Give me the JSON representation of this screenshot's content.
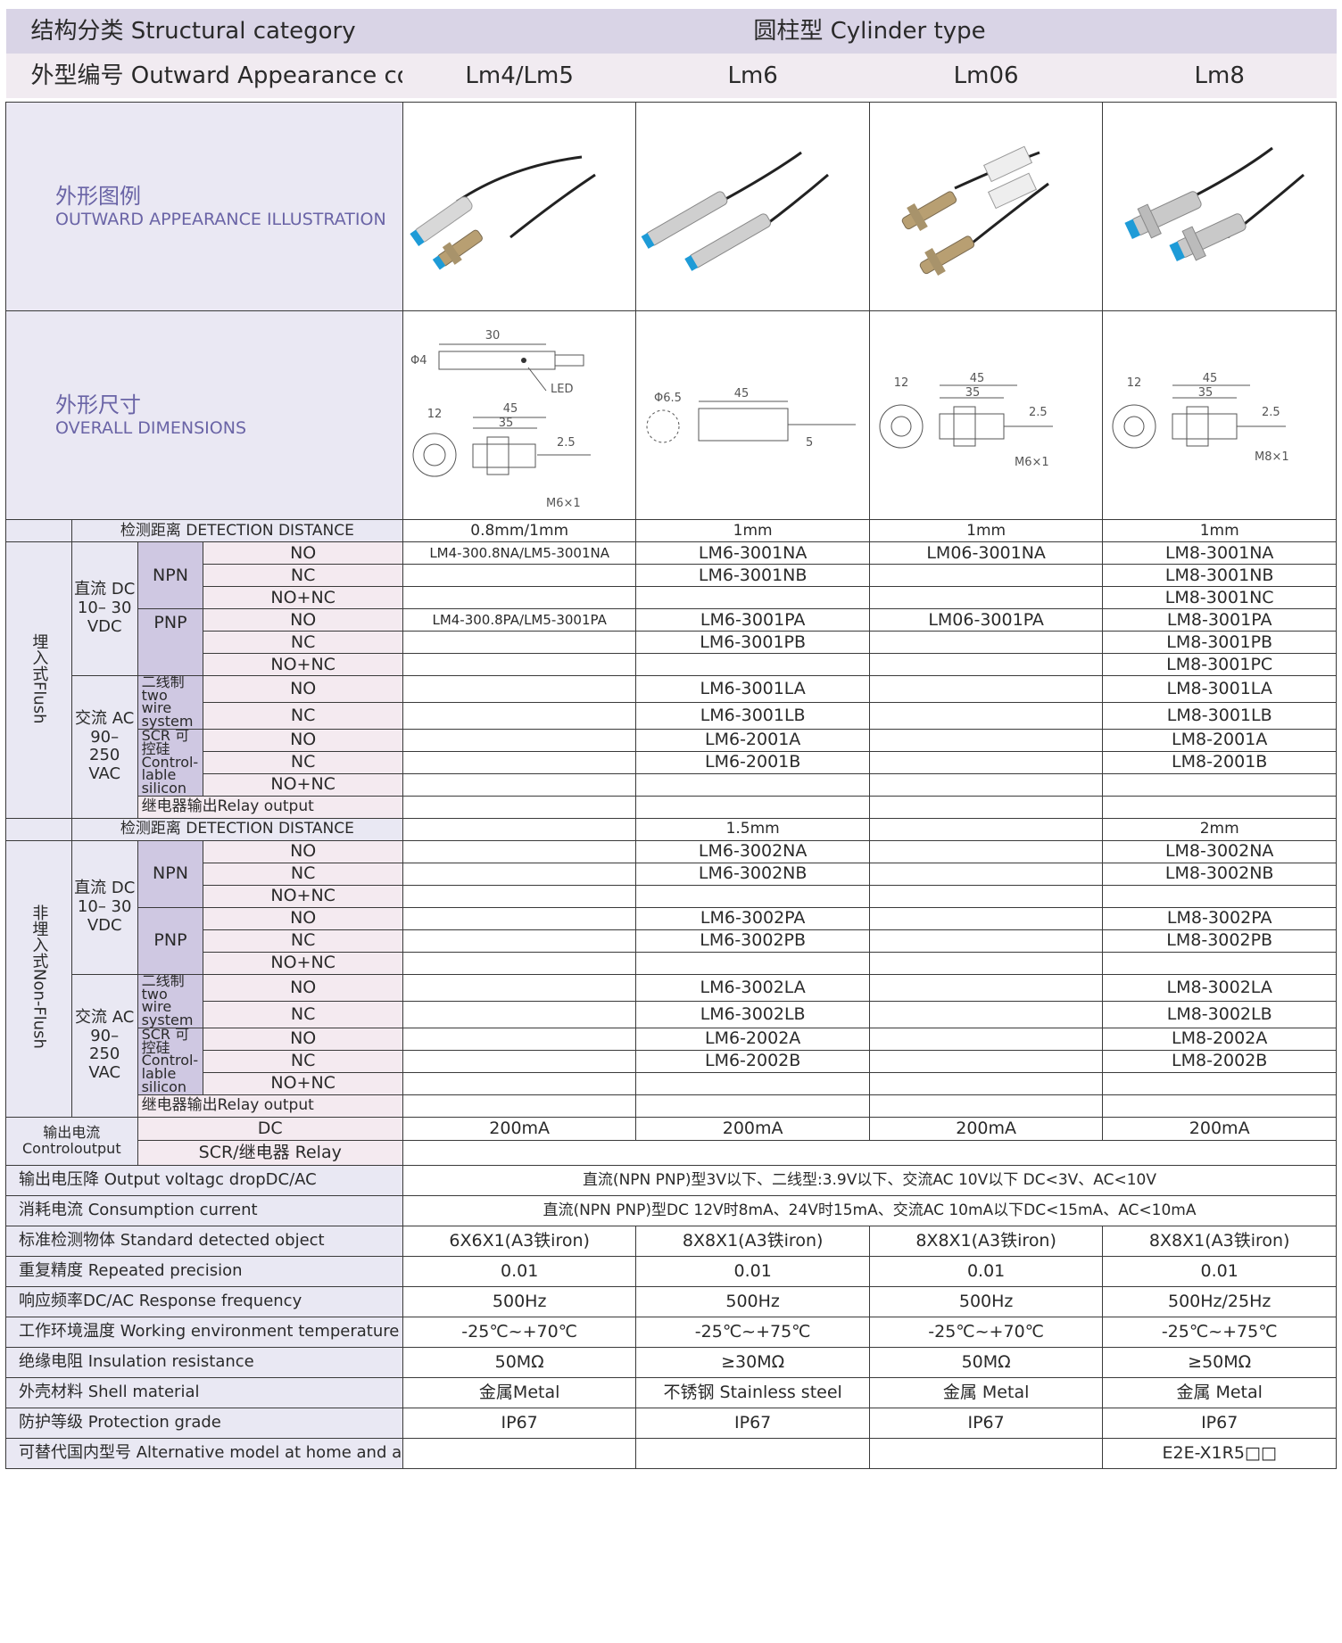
{
  "header": {
    "structural_category": "结构分类 Structural category",
    "cylinder_type": "圆柱型 Cylinder type",
    "appearance_code_label": "外型编号 Outward Appearance code",
    "codes": [
      "Lm4/Lm5",
      "Lm6",
      "Lm06",
      "Lm8"
    ]
  },
  "illustration": {
    "cn": "外形图例",
    "en": "OUTWARD APPEARANCE ILLUSTRATION"
  },
  "dimensions": {
    "cn": "外形尺寸",
    "en": "OVERALL DIMENSIONS",
    "lm4": {
      "length": "30",
      "dia": "Φ4",
      "led": "LED",
      "w12": "12",
      "w45": "45",
      "w35": "35",
      "d25": "2.5",
      "thread": "M6×1"
    },
    "lm6": {
      "dia": "Φ6.5",
      "length": "45",
      "d5": "5"
    },
    "lm06": {
      "w12": "12",
      "w45": "45",
      "w35": "35",
      "d25": "2.5",
      "thread": "M6×1"
    },
    "lm8": {
      "w12": "12",
      "w45": "45",
      "w35": "35",
      "d25": "2.5",
      "thread": "M8×1"
    }
  },
  "flush": {
    "section": "埋入式Flush",
    "detection_label": "检测距离 DETECTION DISTANCE",
    "distances": [
      "0.8mm/1mm",
      "1mm",
      "1mm",
      "1mm"
    ],
    "dc_label": "直流 DC 10– 30 VDC",
    "ac_label": "交流 AC 90– 250 VAC",
    "npn": "NPN",
    "pnp": "PNP",
    "two_wire": "二线制 two wire system",
    "scr": "SCR 可控硅 Control- lable silicon",
    "relay": "继电器输出Relay output",
    "rows": [
      {
        "type": "NO",
        "cells": [
          "LM4-300.8NA/LM5-3001NA",
          "LM6-3001NA",
          "LM06-3001NA",
          "LM8-3001NA"
        ]
      },
      {
        "type": "NC",
        "cells": [
          "",
          "LM6-3001NB",
          "",
          "LM8-3001NB"
        ]
      },
      {
        "type": "NO+NC",
        "cells": [
          "",
          "",
          "",
          "LM8-3001NC"
        ]
      },
      {
        "type": "NO",
        "cells": [
          "LM4-300.8PA/LM5-3001PA",
          "LM6-3001PA",
          "LM06-3001PA",
          "LM8-3001PA"
        ]
      },
      {
        "type": "NC",
        "cells": [
          "",
          "LM6-3001PB",
          "",
          "LM8-3001PB"
        ]
      },
      {
        "type": "NO+NC",
        "cells": [
          "",
          "",
          "",
          "LM8-3001PC"
        ]
      },
      {
        "type": "NO",
        "cells": [
          "",
          "LM6-3001LA",
          "",
          "LM8-3001LA"
        ]
      },
      {
        "type": "NC",
        "cells": [
          "",
          "LM6-3001LB",
          "",
          "LM8-3001LB"
        ]
      },
      {
        "type": "NO",
        "cells": [
          "",
          "LM6-2001A",
          "",
          "LM8-2001A"
        ]
      },
      {
        "type": "NC",
        "cells": [
          "",
          "LM6-2001B",
          "",
          "LM8-2001B"
        ]
      },
      {
        "type": "NO+NC",
        "cells": [
          "",
          "",
          "",
          ""
        ]
      }
    ]
  },
  "nonflush": {
    "section": "非埋入式Non-Flush",
    "detection_label": "检测距离 DETECTION DISTANCE",
    "distances": [
      "",
      "1.5mm",
      "",
      "2mm"
    ],
    "rows": [
      {
        "type": "NO",
        "cells": [
          "",
          "LM6-3002NA",
          "",
          "LM8-3002NA"
        ]
      },
      {
        "type": "NC",
        "cells": [
          "",
          "LM6-3002NB",
          "",
          "LM8-3002NB"
        ]
      },
      {
        "type": "NO+NC",
        "cells": [
          "",
          "",
          "",
          ""
        ]
      },
      {
        "type": "NO",
        "cells": [
          "",
          "LM6-3002PA",
          "",
          "LM8-3002PA"
        ]
      },
      {
        "type": "NC",
        "cells": [
          "",
          "LM6-3002PB",
          "",
          "LM8-3002PB"
        ]
      },
      {
        "type": "NO+NC",
        "cells": [
          "",
          "",
          "",
          ""
        ]
      },
      {
        "type": "NO",
        "cells": [
          "",
          "LM6-3002LA",
          "",
          "LM8-3002LA"
        ]
      },
      {
        "type": "NC",
        "cells": [
          "",
          "LM6-3002LB",
          "",
          "LM8-3002LB"
        ]
      },
      {
        "type": "NO",
        "cells": [
          "",
          "LM6-2002A",
          "",
          "LM8-2002A"
        ]
      },
      {
        "type": "NC",
        "cells": [
          "",
          "LM6-2002B",
          "",
          "LM8-2002B"
        ]
      },
      {
        "type": "NO+NC",
        "cells": [
          "",
          "",
          "",
          ""
        ]
      }
    ]
  },
  "output": {
    "label_cn": "输出电流",
    "label_en": "Controloutput",
    "dc": "DC",
    "dc_values": [
      "200mA",
      "200mA",
      "200mA",
      "200mA"
    ],
    "scr": "SCR/继电器 Relay"
  },
  "specs": [
    {
      "label": "输出电压降 Output voltagc dropDC/AC",
      "merged": "直流(NPN PNP)型3V以下、二线型:3.9V以下、交流AC 10V以下 DC<3V、AC<10V"
    },
    {
      "label": "消耗电流 Consumption current",
      "merged": "直流(NPN PNP)型DC 12V时8mA、24V时15mA、交流AC 10mA以下DC<15mA、AC<10mA"
    },
    {
      "label": "标准检测物体 Standard detected object",
      "cells": [
        "6X6X1(A3铁iron)",
        "8X8X1(A3铁iron)",
        "8X8X1(A3铁iron)",
        "8X8X1(A3铁iron)"
      ]
    },
    {
      "label": "重复精度 Repeated precision",
      "cells": [
        "0.01",
        "0.01",
        "0.01",
        "0.01"
      ]
    },
    {
      "label": "响应频率DC/AC Response frequency",
      "cells": [
        "500Hz",
        "500Hz",
        "500Hz",
        "500Hz/25Hz"
      ]
    },
    {
      "label": "工作环境温度 Working environment temperature",
      "cells": [
        "-25℃~+70℃",
        "-25℃~+75℃",
        "-25℃~+70℃",
        "-25℃~+75℃"
      ]
    },
    {
      "label": "绝缘电阻 Insulation resistance",
      "cells": [
        "50MΩ",
        "≥30MΩ",
        "50MΩ",
        "≥50MΩ"
      ]
    },
    {
      "label": "外壳材料 Shell material",
      "cells": [
        "金属Metal",
        "不锈钢 Stainless steel",
        "金属 Metal",
        "金属 Metal"
      ]
    },
    {
      "label": "防护等级 Protection grade",
      "cells": [
        "IP67",
        "IP67",
        "IP67",
        "IP67"
      ]
    },
    {
      "label": "可替代国内型号 Alternative model at home and abroad",
      "cells": [
        "",
        "",
        "",
        "E2E-X1R5□□"
      ]
    }
  ]
}
